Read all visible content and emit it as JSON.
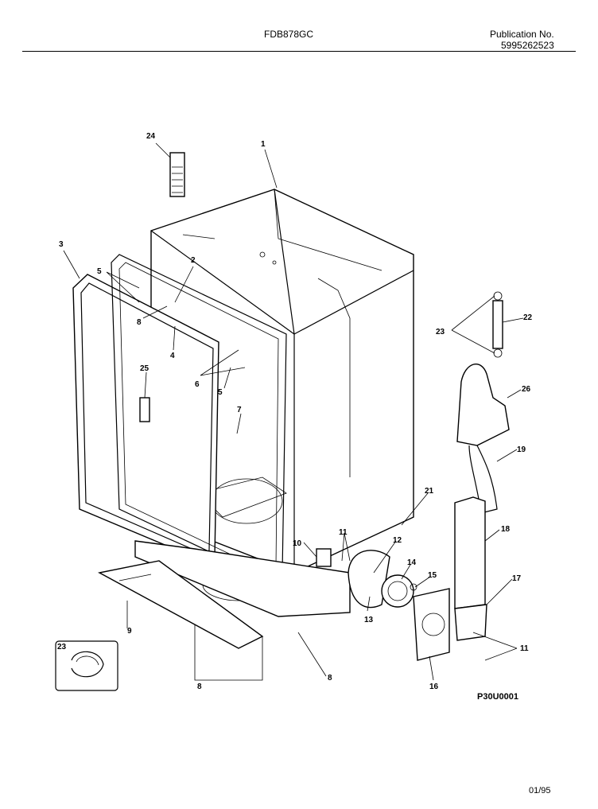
{
  "header": {
    "model": "FDB878GC",
    "publication_label": "Publication No.",
    "publication_number": "5995262523"
  },
  "diagram": {
    "figure_code": "P30U0001",
    "date": "01/95",
    "callouts": [
      "24",
      "1",
      "3",
      "2",
      "5",
      "8",
      "4",
      "25",
      "6",
      "5",
      "7",
      "23",
      "22",
      "26",
      "19",
      "21",
      "18",
      "10",
      "11",
      "12",
      "14",
      "15",
      "17",
      "9",
      "13",
      "11",
      "23",
      "8",
      "8",
      "16"
    ]
  }
}
